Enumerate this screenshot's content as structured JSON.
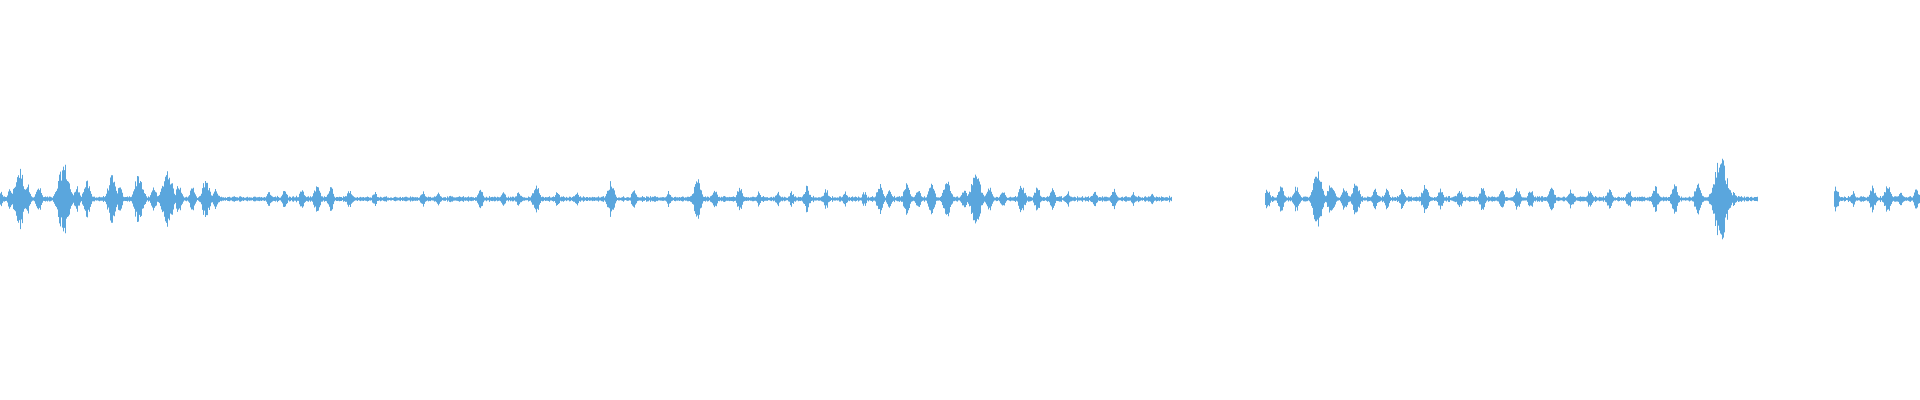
{
  "waveform": {
    "color": "#5aa6dd",
    "background": "#ffffff",
    "segments": [
      {
        "name": "segment-1",
        "start": 0.0,
        "end": 0.61,
        "bursts": [
          [
            0.0,
            0.03
          ],
          [
            0.005,
            0.04
          ],
          [
            0.01,
            0.12
          ],
          [
            0.014,
            0.06
          ],
          [
            0.02,
            0.05
          ],
          [
            0.033,
            0.14
          ],
          [
            0.04,
            0.05
          ],
          [
            0.045,
            0.07
          ],
          [
            0.058,
            0.09
          ],
          [
            0.062,
            0.05
          ],
          [
            0.072,
            0.1
          ],
          [
            0.08,
            0.05
          ],
          [
            0.087,
            0.12
          ],
          [
            0.093,
            0.06
          ],
          [
            0.1,
            0.05
          ],
          [
            0.107,
            0.08
          ],
          [
            0.112,
            0.04
          ],
          [
            0.14,
            0.03
          ],
          [
            0.148,
            0.04
          ],
          [
            0.157,
            0.04
          ],
          [
            0.165,
            0.06
          ],
          [
            0.172,
            0.05
          ],
          [
            0.182,
            0.04
          ],
          [
            0.195,
            0.03
          ],
          [
            0.22,
            0.03
          ],
          [
            0.228,
            0.03
          ],
          [
            0.25,
            0.04
          ],
          [
            0.262,
            0.03
          ],
          [
            0.27,
            0.03
          ],
          [
            0.279,
            0.06
          ],
          [
            0.29,
            0.03
          ],
          [
            0.3,
            0.03
          ],
          [
            0.318,
            0.07
          ],
          [
            0.33,
            0.04
          ],
          [
            0.348,
            0.03
          ],
          [
            0.363,
            0.08
          ],
          [
            0.372,
            0.04
          ],
          [
            0.385,
            0.05
          ],
          [
            0.395,
            0.03
          ],
          [
            0.405,
            0.03
          ],
          [
            0.412,
            0.03
          ],
          [
            0.42,
            0.05
          ],
          [
            0.43,
            0.04
          ],
          [
            0.44,
            0.03
          ],
          [
            0.45,
            0.03
          ],
          [
            0.458,
            0.06
          ],
          [
            0.463,
            0.04
          ],
          [
            0.472,
            0.06
          ],
          [
            0.478,
            0.04
          ],
          [
            0.485,
            0.06
          ],
          [
            0.493,
            0.08
          ],
          [
            0.502,
            0.04
          ],
          [
            0.508,
            0.11
          ],
          [
            0.515,
            0.05
          ],
          [
            0.522,
            0.04
          ],
          [
            0.532,
            0.06
          ],
          [
            0.54,
            0.05
          ],
          [
            0.548,
            0.04
          ],
          [
            0.556,
            0.03
          ],
          [
            0.57,
            0.03
          ],
          [
            0.58,
            0.04
          ],
          [
            0.59,
            0.03
          ],
          [
            0.6,
            0.02
          ]
        ]
      },
      {
        "name": "segment-2",
        "start": 0.659,
        "end": 0.915,
        "bursts": [
          [
            0.66,
            0.04
          ],
          [
            0.667,
            0.05
          ],
          [
            0.675,
            0.05
          ],
          [
            0.686,
            0.11
          ],
          [
            0.693,
            0.07
          ],
          [
            0.7,
            0.05
          ],
          [
            0.706,
            0.07
          ],
          [
            0.716,
            0.04
          ],
          [
            0.722,
            0.04
          ],
          [
            0.73,
            0.04
          ],
          [
            0.742,
            0.06
          ],
          [
            0.75,
            0.04
          ],
          [
            0.76,
            0.04
          ],
          [
            0.772,
            0.05
          ],
          [
            0.782,
            0.04
          ],
          [
            0.79,
            0.05
          ],
          [
            0.797,
            0.04
          ],
          [
            0.808,
            0.05
          ],
          [
            0.818,
            0.04
          ],
          [
            0.828,
            0.04
          ],
          [
            0.838,
            0.04
          ],
          [
            0.848,
            0.04
          ],
          [
            0.862,
            0.05
          ],
          [
            0.872,
            0.06
          ],
          [
            0.884,
            0.06
          ],
          [
            0.896,
            0.17
          ],
          [
            0.903,
            0.03
          ]
        ]
      },
      {
        "name": "segment-3",
        "start": 0.955,
        "end": 1.0,
        "bursts": [
          [
            0.956,
            0.05
          ],
          [
            0.965,
            0.03
          ],
          [
            0.975,
            0.05
          ],
          [
            0.983,
            0.06
          ],
          [
            0.99,
            0.03
          ],
          [
            0.998,
            0.04
          ]
        ]
      }
    ]
  }
}
